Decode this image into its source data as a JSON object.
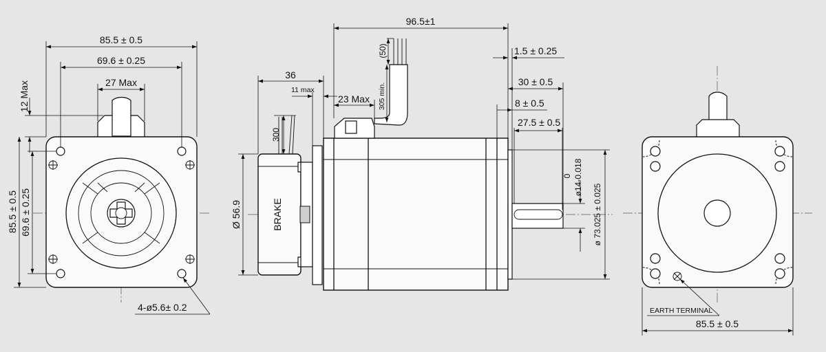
{
  "front_view": {
    "dim_width_outer": "85.5 ± 0.5",
    "dim_width_holes": "69.6 ± 0.25",
    "dim_connector_width": "27 Max",
    "dim_connector_height": "12 Max",
    "dim_height_outer": "85.5 ± 0.5",
    "dim_height_holes": "69.6 ± 0.25",
    "dim_mount_holes": "4-ø5.6±  0.2"
  },
  "side_view": {
    "dim_total_length": "96.5±1",
    "dim_brake_length": "36",
    "dim_brake_gap": "11 max",
    "dim_connector_offset": "23 Max",
    "dim_lead_length": "305 min.",
    "dim_lead_strip": "(50)",
    "dim_brake_lead": "300",
    "dim_brake_diameter": "Ø 56.9",
    "brake_label": "BRAKE",
    "dim_flange_thickness": "1.5 ± 0.25",
    "dim_shaft_length": "30 ± 0.5",
    "dim_pilot_length": "8 ± 0.5",
    "dim_key_length": "27.5 ± 0.5",
    "dim_shaft_tol_upper": "0",
    "dim_shaft_diameter": "ø14-0.018",
    "dim_pilot_diameter": "ø 73.025 ± 0.025"
  },
  "rear_view": {
    "earth_terminal_label": "EARTH TERMINAL",
    "dim_width": "85.5 ± 0.5"
  }
}
